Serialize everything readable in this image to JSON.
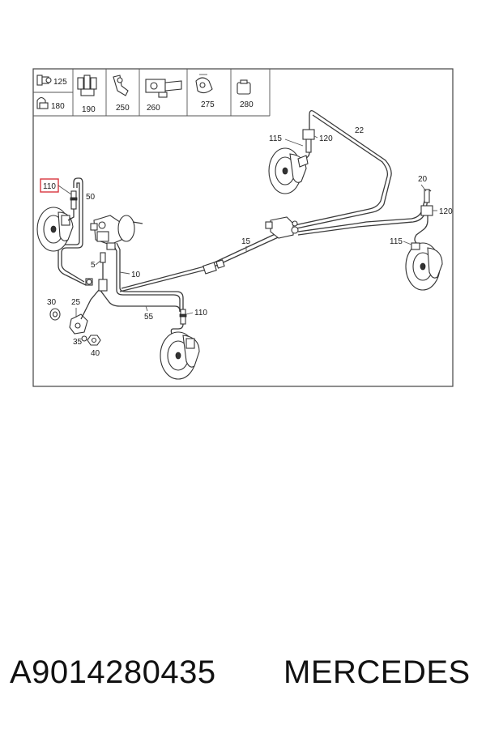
{
  "legend": [
    {
      "id": "125",
      "icon": "fitting-icon"
    },
    {
      "id": "180",
      "icon": "clip-icon"
    },
    {
      "id": "190",
      "icon": "multi-clip-icon"
    },
    {
      "id": "250",
      "icon": "bracket-clip-icon"
    },
    {
      "id": "260",
      "icon": "holder-icon"
    },
    {
      "id": "275",
      "icon": "spring-clip-icon"
    },
    {
      "id": "280",
      "icon": "grommet-icon"
    }
  ],
  "callouts": {
    "c110_top": "110",
    "c50": "50",
    "c5": "5",
    "c10": "10",
    "c30": "30",
    "c25": "25",
    "c35": "35",
    "c40": "40",
    "c55": "55",
    "c110_bottom": "110",
    "c15": "15",
    "c115_top": "115",
    "c120_top": "120",
    "c22": "22",
    "c20": "20",
    "c120_right": "120",
    "c115_right": "115"
  },
  "highlight_color": "#d9363e",
  "footer": {
    "part_number": "A9014280435",
    "brand": "MERCEDES"
  }
}
